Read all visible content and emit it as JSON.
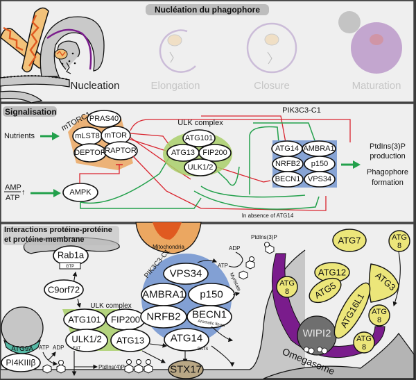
{
  "panels": {
    "top": {
      "title": "Nucléation du phagophore",
      "stages": [
        {
          "label": "Nucleation",
          "active": true
        },
        {
          "label": "Elongation",
          "active": false
        },
        {
          "label": "Closure",
          "active": false
        },
        {
          "label": "Maturation",
          "active": false
        }
      ]
    },
    "middle": {
      "title": "Signalisation",
      "inputs": {
        "nutrients": "Nutrients",
        "amp": "AMP",
        "atp": "ATP",
        "up_arrow": "↑"
      },
      "mtorc1": {
        "label": "mTORC1",
        "components": [
          "PRAS40",
          "mLST8",
          "mTOR",
          "DEPTOR",
          "RAPTOR"
        ]
      },
      "ampk": "AMPK",
      "ulk_complex": {
        "label": "ULK complex",
        "components": [
          "ATG101",
          "ATG13",
          "FIP200",
          "ULK1/2"
        ]
      },
      "pik3c3": {
        "label": "PIK3C3-C1",
        "components": [
          "ATG14",
          "AMBRA1",
          "NRFB2",
          "p150",
          "BECN1",
          "VPS34"
        ]
      },
      "outputs": [
        "PtdIns(3)P",
        "production",
        "Phagophore",
        "formation"
      ],
      "note": "In absence of ATG14"
    },
    "bottom": {
      "title_line1": "Interactions protéine-protéine",
      "title_line2": "et protéine-membrane",
      "mitochondria": "Mitochondria",
      "rab1a": "Rab1a",
      "gtp": "GTP",
      "c9orf72": "C9orf72",
      "ulk_complex": {
        "label": "ULK complex",
        "components": [
          "ATG101",
          "FIP200",
          "ULK1/2",
          "ATG13"
        ],
        "ear": "EAT"
      },
      "atg9a": "ATG9A",
      "pi4k": "PI4KIIIβ",
      "atp": "ATP",
      "adp": "ADP",
      "ptdins4p": "PtdIns(4)P",
      "pik3c3": {
        "label": "PIK3C3-C1",
        "components": [
          "VPS34",
          "AMBRA1",
          "p150",
          "NRFB2",
          "BECN1",
          "ATG14"
        ],
        "myristate": "Myristate",
        "aromatic_finger": "Aromatic finger",
        "bats": "BATS"
      },
      "stx17": "STX17",
      "atp2": "ATP",
      "adp2": "ADP",
      "ptdins3p": "PtdIns(3)P",
      "p_label": "P",
      "wipi2": "WIPI2",
      "omegasome": "Omegasome",
      "conjugation": {
        "atg7": "ATG7",
        "atg8_line1": "ATG",
        "atg8_line2": "8",
        "atg12": "ATG12",
        "atg5": "ATG5",
        "atg3": "ATG3",
        "atg16l1": "ATG16L1"
      }
    }
  },
  "colors": {
    "inhibition": "#d9232d",
    "activation": "#22a04b",
    "mtorc1_bg": "#eba761",
    "ulk_bg": "#a9cf6a",
    "pik3c3_bg": "#7b9bd2",
    "phagophore": "#7a1c8c",
    "conjugation": "#ece67a",
    "atg9a": "#55b9a5",
    "stx17": "#b9a785",
    "wipi2": "#6f6f6f"
  }
}
